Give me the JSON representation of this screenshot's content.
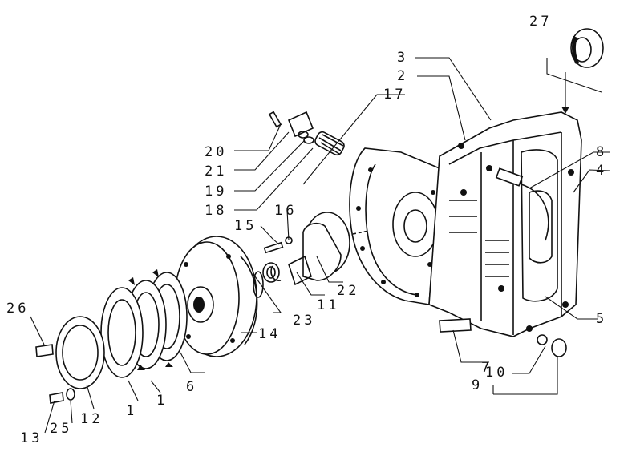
{
  "callouts": [
    {
      "id": "c27",
      "text": "27",
      "part": 27
    },
    {
      "id": "c3",
      "text": "3",
      "part": 3
    },
    {
      "id": "c2",
      "text": "2",
      "part": 2
    },
    {
      "id": "c17",
      "text": "17",
      "part": 17
    },
    {
      "id": "c8",
      "text": "8",
      "part": 8
    },
    {
      "id": "c4",
      "text": "4",
      "part": 4
    },
    {
      "id": "c20",
      "text": "20",
      "part": 20
    },
    {
      "id": "c21",
      "text": "21",
      "part": 21
    },
    {
      "id": "c19",
      "text": "19",
      "part": 19
    },
    {
      "id": "c18",
      "text": "18",
      "part": 18
    },
    {
      "id": "c16",
      "text": "16",
      "part": 16
    },
    {
      "id": "c15",
      "text": "15",
      "part": 15
    },
    {
      "id": "c22",
      "text": "22",
      "part": 22
    },
    {
      "id": "c11",
      "text": "11",
      "part": 11
    },
    {
      "id": "c23",
      "text": "23",
      "part": 23
    },
    {
      "id": "c14",
      "text": "14",
      "part": 14
    },
    {
      "id": "c26",
      "text": "26",
      "part": 26
    },
    {
      "id": "c6",
      "text": "6",
      "part": 6
    },
    {
      "id": "c1a",
      "text": "1",
      "part": 1
    },
    {
      "id": "c1b",
      "text": "1",
      "part": 1
    },
    {
      "id": "c12",
      "text": "12",
      "part": 12
    },
    {
      "id": "c13",
      "text": "13",
      "part": 13
    },
    {
      "id": "c25",
      "text": "25",
      "part": 25
    },
    {
      "id": "c5",
      "text": "5",
      "part": 5
    },
    {
      "id": "c7",
      "text": "7",
      "part": 7
    },
    {
      "id": "c10",
      "text": "10",
      "part": 10
    },
    {
      "id": "c9",
      "text": "9",
      "part": 9
    }
  ],
  "colors": {
    "ink": "#111111",
    "paper": "#ffffff"
  }
}
